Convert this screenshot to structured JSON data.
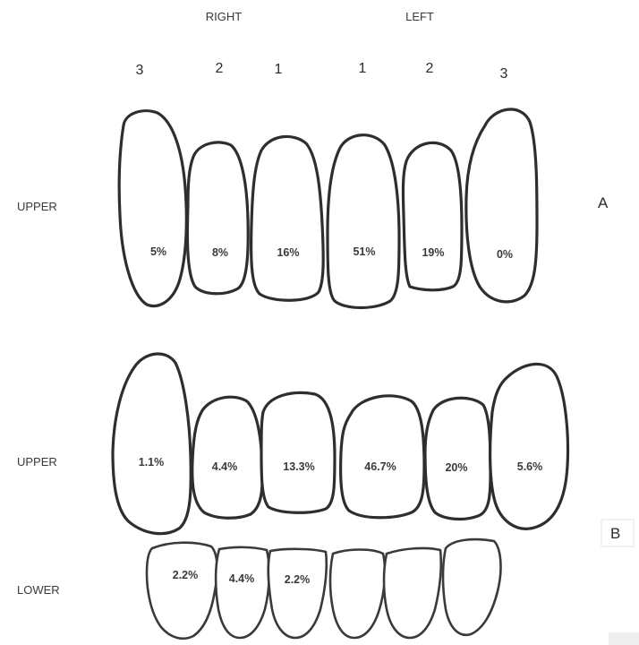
{
  "headers": {
    "right": "RIGHT",
    "left": "LEFT"
  },
  "tooth_numbers": [
    "3",
    "2",
    "1",
    "1",
    "2",
    "3"
  ],
  "panel_a": {
    "letter": "A",
    "row_label": "UPPER",
    "values": [
      "5%",
      "8%",
      "16%",
      "51%",
      "19%",
      "0%"
    ]
  },
  "panel_b": {
    "letter": "B",
    "upper": {
      "row_label": "UPPER",
      "values": [
        "1.1%",
        "4.4%",
        "13.3%",
        "46.7%",
        "20%",
        "5.6%"
      ]
    },
    "lower": {
      "row_label": "LOWER",
      "values": [
        "2.2%",
        "4.4%",
        "2.2%",
        "",
        "",
        ""
      ]
    }
  },
  "colors": {
    "outline": "#2e2e2e",
    "text": "#3a3a3a",
    "background": "#ffffff"
  }
}
